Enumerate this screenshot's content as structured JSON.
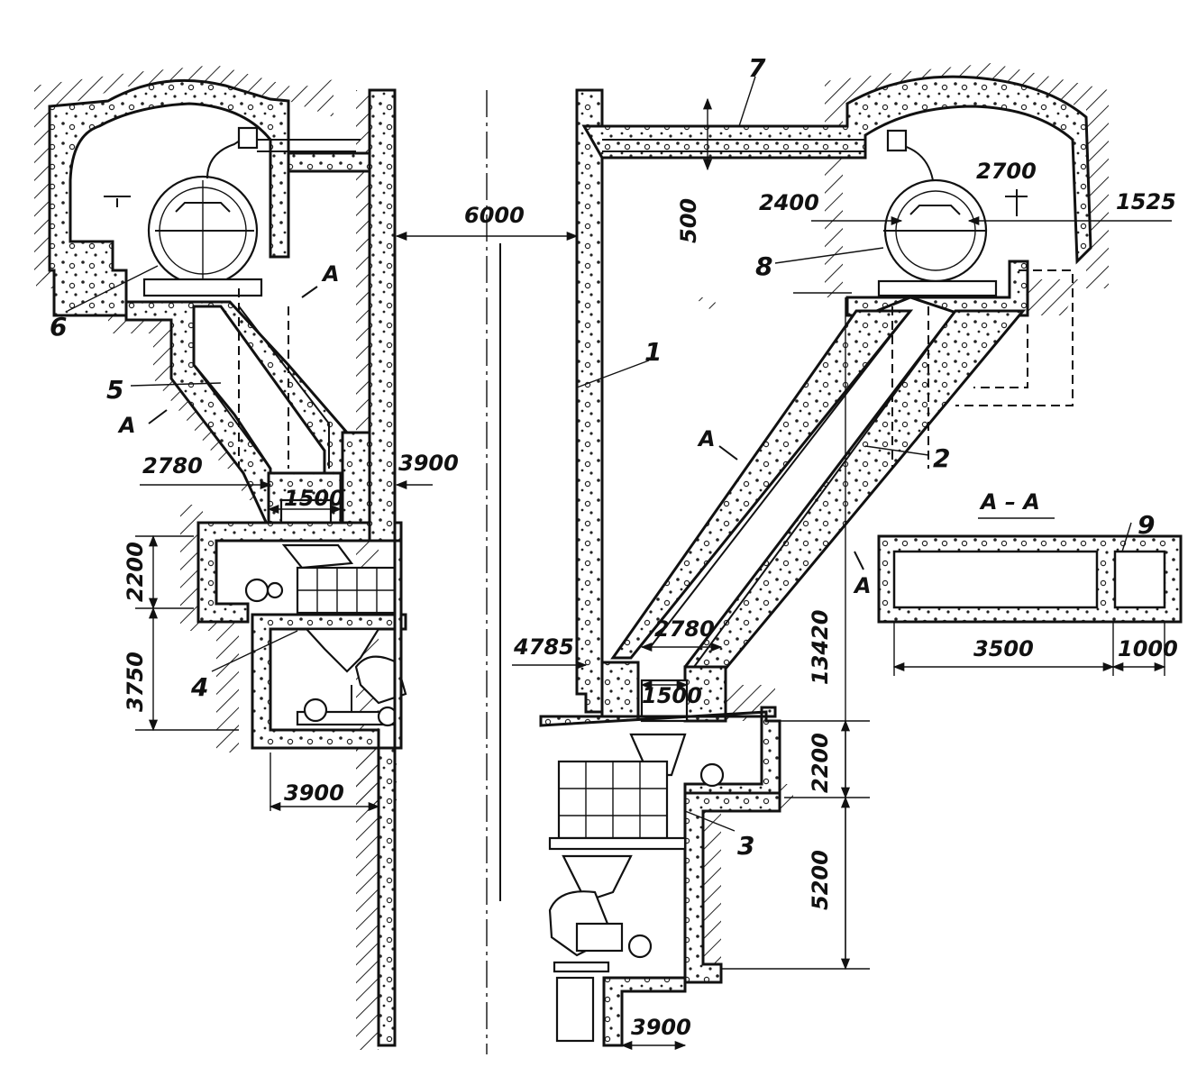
{
  "dimensions": {
    "shaft_width": "6000",
    "left_level_width": "2780",
    "left_shaft_offset": "3900",
    "left_chute_width": "1500",
    "left_upper_height": "2200",
    "left_lower_height": "3750",
    "left_bottom_width": "3900",
    "top_slab": "500",
    "right_tunnel_width": "2400",
    "right_tunnel_diameter": "2700",
    "right_offset": "1525",
    "right_shaft_offset": "4785",
    "right_level_width": "2780",
    "right_chute_width": "1500",
    "right_total_height": "13420",
    "right_upper_height": "2200",
    "right_lower_height": "5200",
    "right_bottom_width": "3900",
    "section_width_main": "3500",
    "section_width_side": "1000"
  },
  "labels": {
    "n1": "1",
    "n2": "2",
    "n3": "3",
    "n4": "4",
    "n5": "5",
    "n6": "6",
    "n7": "7",
    "n8": "8",
    "n9": "9",
    "section_title": "А – А",
    "section_mark": "А"
  }
}
